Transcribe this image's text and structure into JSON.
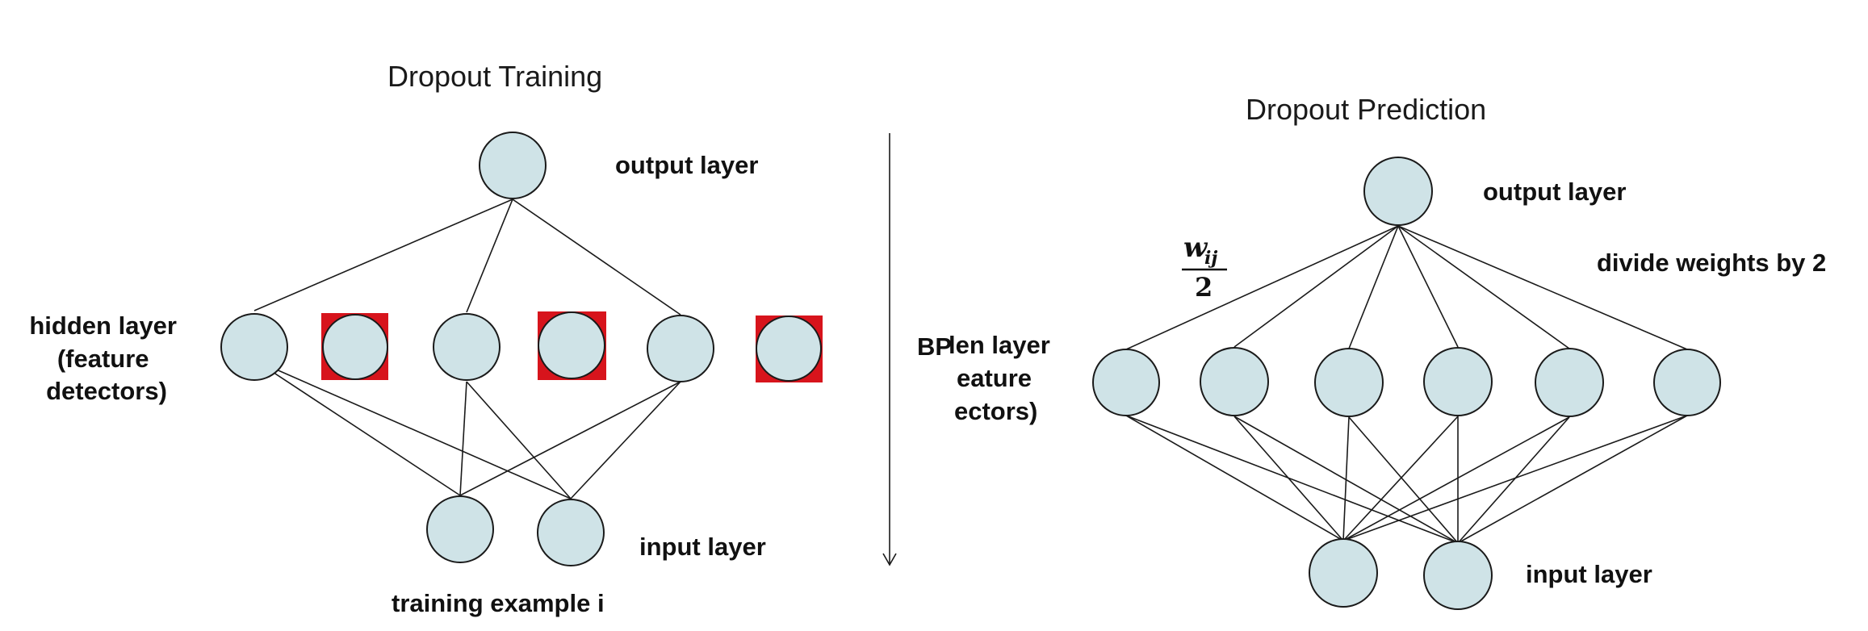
{
  "training": {
    "title": "Dropout Training",
    "output_label": "output layer",
    "hidden_label": [
      "hidden layer",
      "(feature",
      "detectors)"
    ],
    "input_label": "input layer",
    "example_label": "training example i",
    "dropped_hidden_units": [
      2,
      4,
      6
    ]
  },
  "divider": {
    "arrow_label": "BP"
  },
  "prediction": {
    "title": "Dropout  Prediction",
    "output_label": "output layer",
    "hidden_label": [
      "len layer",
      "eature",
      "ectors)"
    ],
    "input_label": "input layer",
    "weight_note": "divide weights by 2",
    "weight_formula": {
      "numerator": "w",
      "subscript": "ij",
      "denominator": "2"
    }
  },
  "colors": {
    "node_fill": "#cfe3e7",
    "dropped_marker": "#d7141c",
    "edge": "#1a1a1a"
  }
}
